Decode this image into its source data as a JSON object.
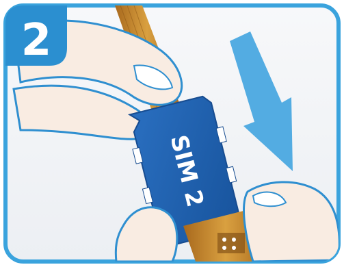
{
  "step": {
    "number": "2"
  },
  "card": {
    "label": "SIM 2"
  },
  "arrow": {
    "direction": "down"
  },
  "colors": {
    "frame_border": "#3aa3dd",
    "badge": "#2b8fd0",
    "arrow": "#4aa8e0",
    "sim_card": "#1f5fae",
    "sim_edge": "#174c90",
    "ribbon": "#c98a2c",
    "skin": "#f9ece2",
    "skin_outline": "#2f8fd0",
    "panel_bg": "#f4f6f8"
  }
}
